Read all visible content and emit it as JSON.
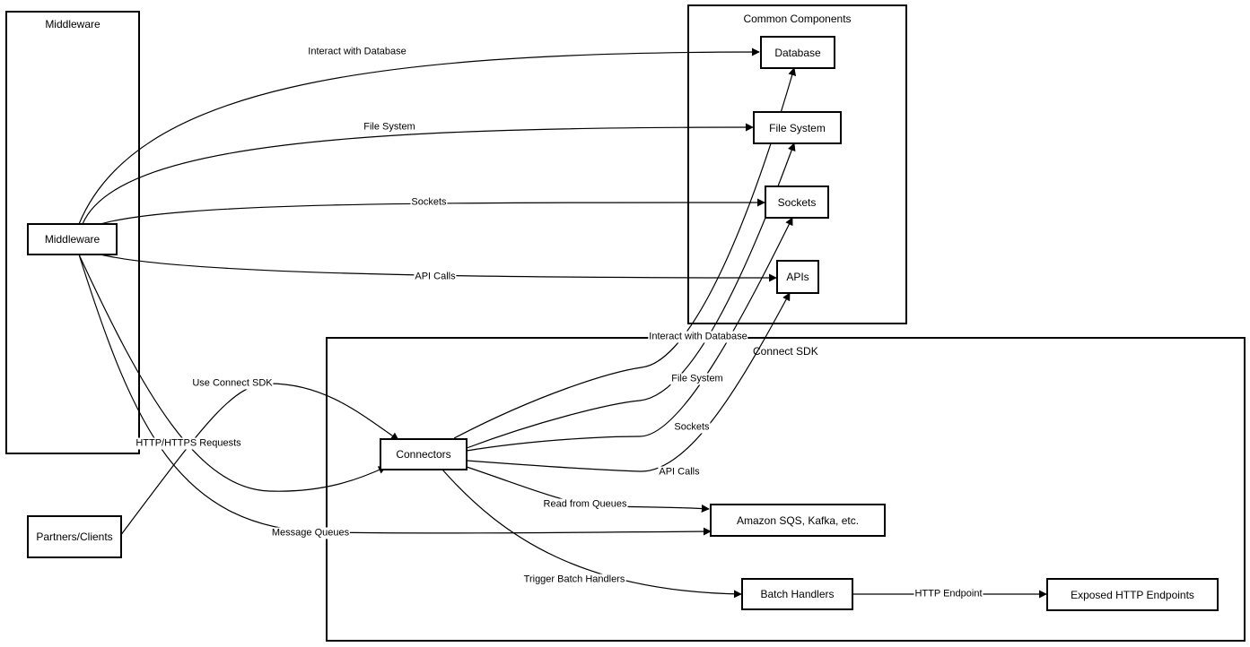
{
  "groups": {
    "middleware": "Middleware",
    "common": "Common Components",
    "sdk": "Connect SDK"
  },
  "nodes": {
    "middleware": "Middleware",
    "partners": "Partners/Clients",
    "database": "Database",
    "file_system": "File System",
    "sockets": "Sockets",
    "apis": "APIs",
    "connectors": "Connectors",
    "queues": "Amazon SQS, Kafka, etc.",
    "batch": "Batch Handlers",
    "http": "Exposed HTTP Endpoints"
  },
  "edges": {
    "mw_db": "Interact with Database",
    "mw_fs": "File System",
    "mw_sock": "Sockets",
    "mw_api": "API Calls",
    "partners_conn": "Use Connect SDK",
    "mw_conn": "HTTP/HTTPS Requests",
    "mw_queue": "Message Queues",
    "conn_db": "Interact with Database",
    "conn_fs": "File System",
    "conn_sock": "Sockets",
    "conn_api": "API Calls",
    "conn_queue": "Read from Queues",
    "conn_batch": "Trigger Batch Handlers",
    "batch_http": "HTTP Endpoint"
  }
}
